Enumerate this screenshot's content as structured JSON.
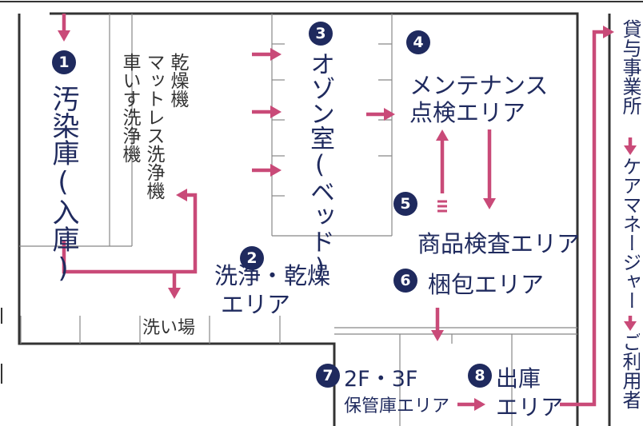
{
  "colors": {
    "arrow": "#c94a78",
    "navy": "#1f2a5e",
    "wall": "#333333",
    "thin": "#888888"
  },
  "steps": [
    {
      "num": "1",
      "label": "汚染庫(入庫)"
    },
    {
      "num": "2",
      "label_lines": [
        "洗浄・乾燥",
        "エリア"
      ]
    },
    {
      "num": "3",
      "label": "オゾン室(ベッド)"
    },
    {
      "num": "4",
      "label_lines": [
        "メンテナンス",
        "点検エリア"
      ]
    },
    {
      "num": "5",
      "label": "商品検査エリア"
    },
    {
      "num": "6",
      "label": "梱包エリア"
    },
    {
      "num": "7",
      "label_lines": [
        "2F・3F",
        "保管庫エリア"
      ]
    },
    {
      "num": "8",
      "label_lines": [
        "出庫",
        "エリア"
      ]
    }
  ],
  "equipment": [
    "乾燥機",
    "マットレス洗浄機",
    "車いす洗浄機"
  ],
  "wash_place": "洗い場",
  "side_flow": [
    "貸与事業所",
    "ケアマネージャー",
    "ご利用者"
  ]
}
